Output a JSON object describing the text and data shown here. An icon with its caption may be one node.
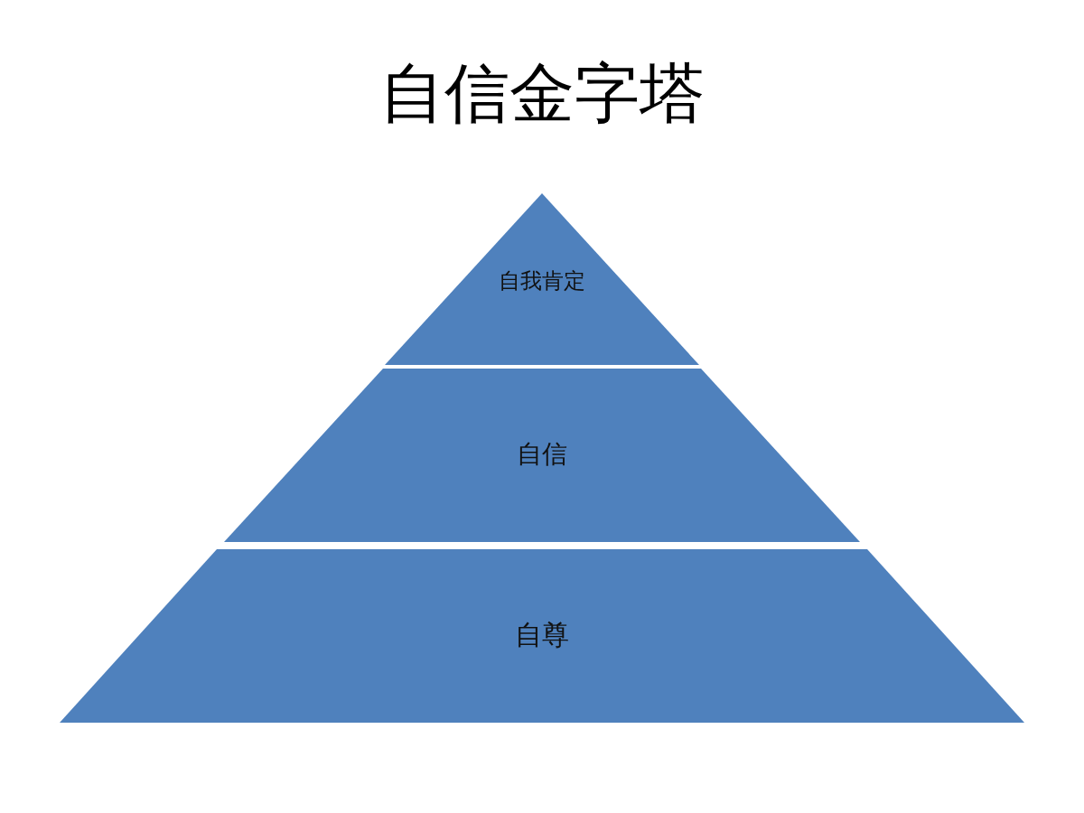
{
  "diagram": {
    "title": "自信金字塔",
    "nodes": [
      {
        "text": [
          "自我肯定"
        ]
      },
      {
        "text": [
          "自信"
        ]
      },
      {
        "text": [
          "自尊"
        ]
      }
    ]
  }
}
